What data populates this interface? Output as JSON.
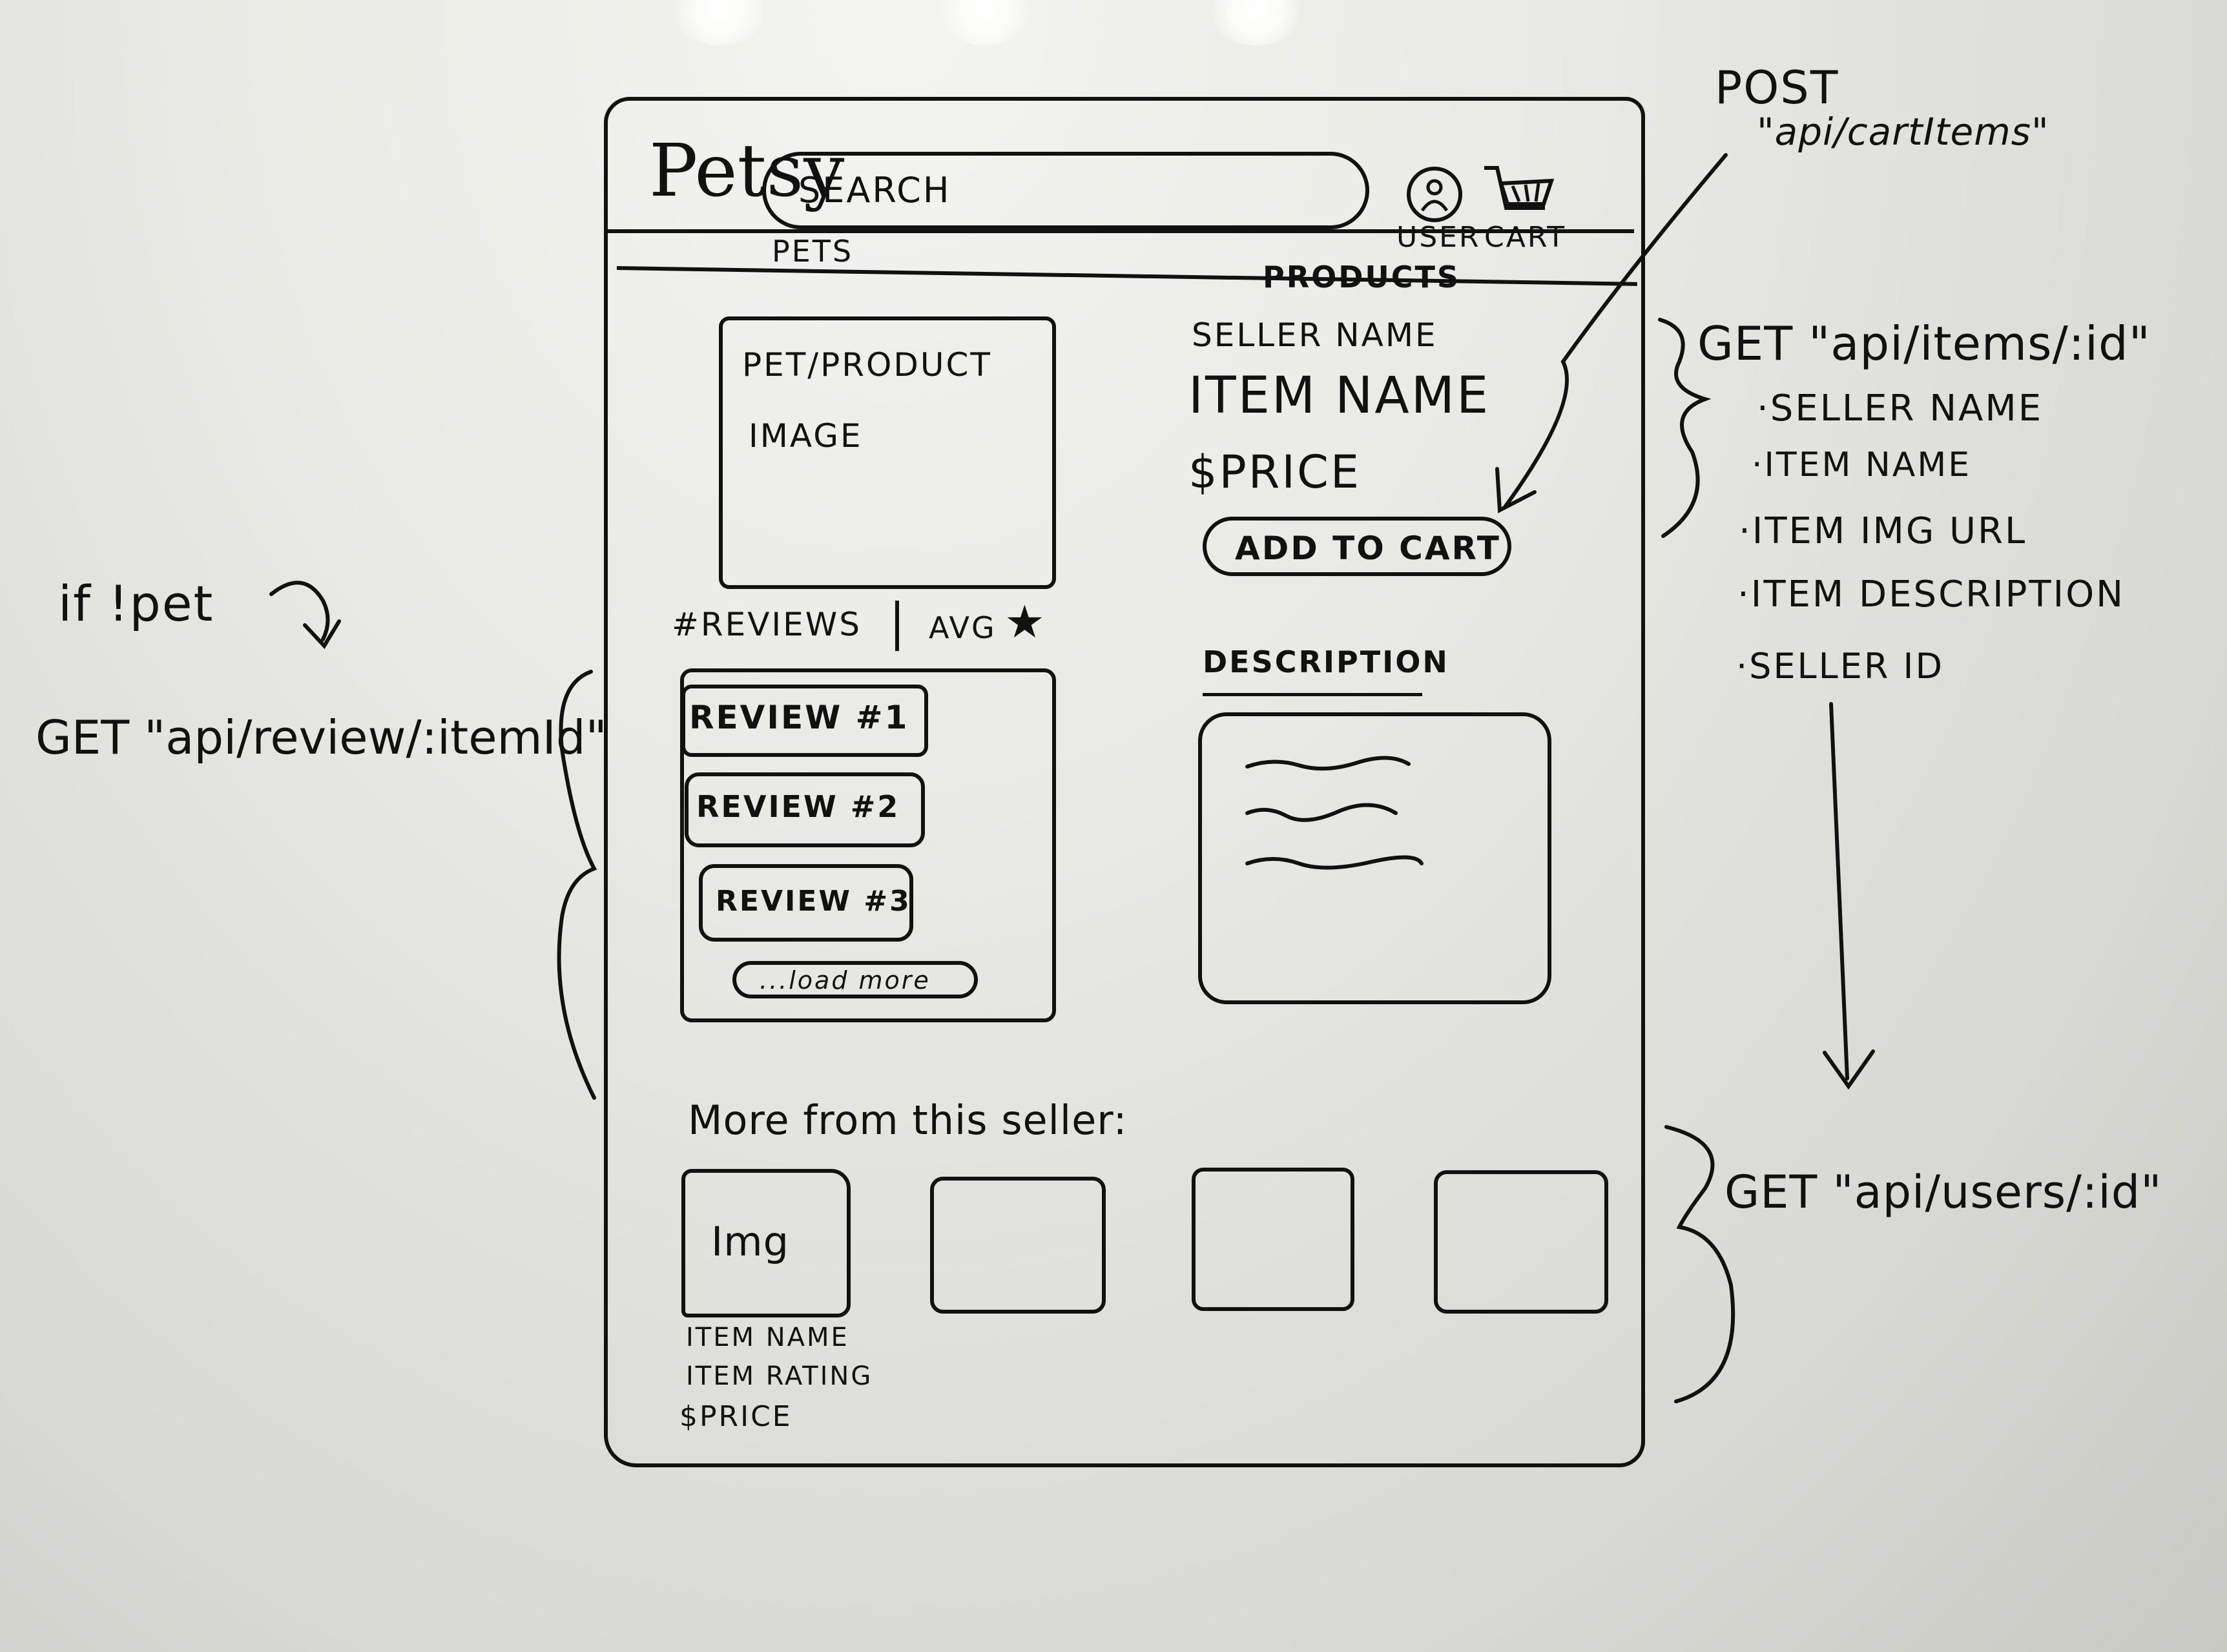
{
  "header": {
    "logo": "Petsy",
    "search_placeholder": "SEARCH",
    "user_label": "USER",
    "cart_label": "CART"
  },
  "nav": {
    "tabs": [
      {
        "label": "PETS"
      },
      {
        "label": "PRODUCTS"
      }
    ]
  },
  "product": {
    "image_placeholder_line1": "PET/PRODUCT",
    "image_placeholder_line2": "IMAGE",
    "seller_name": "SELLER NAME",
    "item_name": "ITEM NAME",
    "price": "$PRICE",
    "add_to_cart_label": "ADD TO CART",
    "description_heading": "DESCRIPTION"
  },
  "reviews": {
    "summary_count": "#REVIEWS",
    "summary_avg": "AVG",
    "items": [
      {
        "label": "REVIEW #1"
      },
      {
        "label": "REVIEW #2"
      },
      {
        "label": "REVIEW #3"
      }
    ],
    "load_more_label": "...load more"
  },
  "more_from_seller": {
    "heading": "More from this seller:",
    "first_card_img_label": "Img",
    "first_card_lines": [
      "ITEM NAME",
      "ITEM RATING",
      "$PRICE"
    ]
  },
  "annotations": {
    "post_label": "POST",
    "post_endpoint": "\"api/cartItems\"",
    "get_items_endpoint": "GET \"api/items/:id\"",
    "get_items_fields": [
      "·SELLER NAME",
      "·ITEM NAME",
      "·ITEM IMG URL",
      "·ITEM DESCRIPTION",
      "·SELLER ID"
    ],
    "if_not_pet": "if !pet",
    "get_reviews_endpoint": "GET \"api/review/:itemId\"",
    "get_users_endpoint": "GET \"api/users/:id\""
  }
}
